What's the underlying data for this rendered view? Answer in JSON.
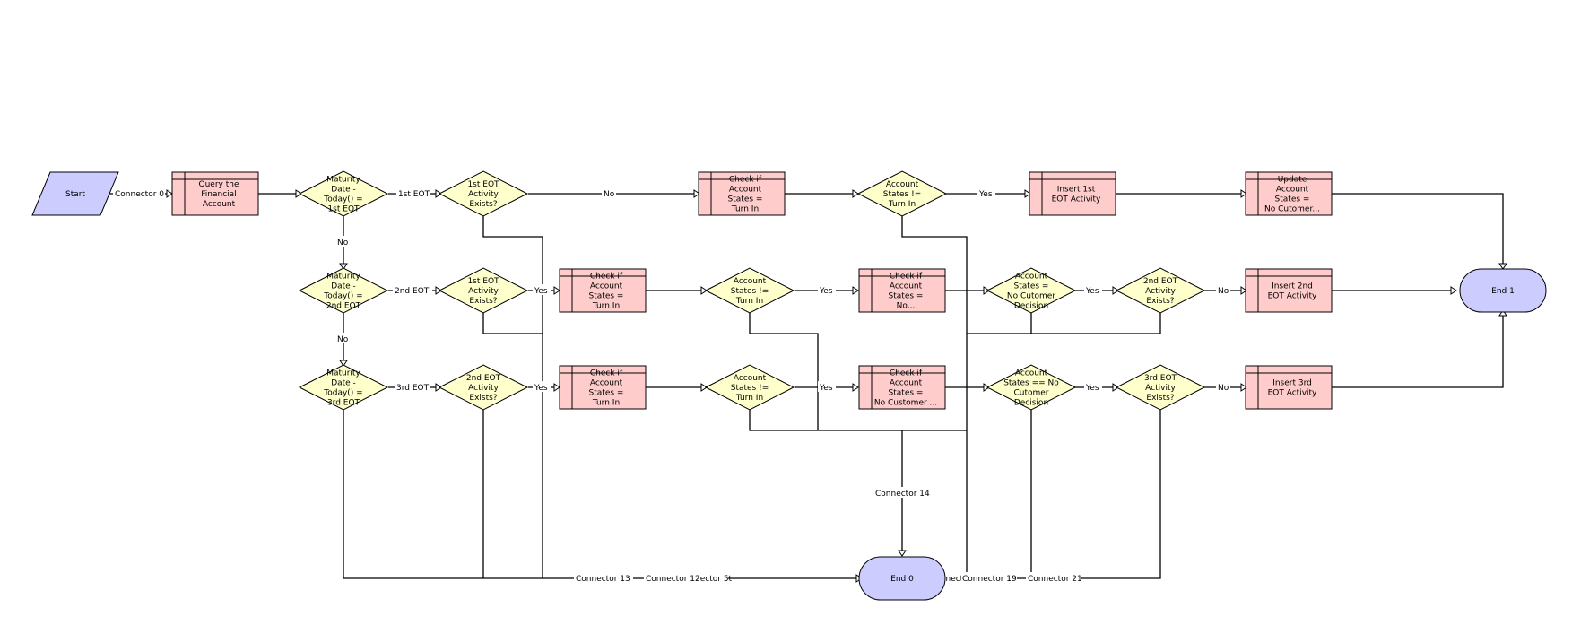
{
  "colors": {
    "start_end_fill": "#ccccff",
    "task_fill": "#ffcccc",
    "decision_fill": "#ffffcc",
    "stroke": "#000000",
    "background": "#ffffff"
  },
  "nodes": {
    "start": {
      "label": "Start"
    },
    "query": {
      "lines": [
        "Query the",
        "Financial",
        "Account"
      ]
    },
    "d1": {
      "lines": [
        "Maturity",
        "Date -",
        "Today() =",
        "1st EOT"
      ]
    },
    "d2": {
      "lines": [
        "Maturity",
        "Date -",
        "Today() =",
        "2nd EOT"
      ]
    },
    "d3": {
      "lines": [
        "Maturity",
        "Date -",
        "Today() =",
        "3rd EOT"
      ]
    },
    "e1": {
      "lines": [
        "1st EOT",
        "Activity",
        "Exists?"
      ]
    },
    "e2": {
      "lines": [
        "1st EOT",
        "Activity",
        "Exists?"
      ]
    },
    "e3": {
      "lines": [
        "2nd EOT",
        "Activity",
        "Exists?"
      ]
    },
    "c1": {
      "lines": [
        "Check if",
        "Account",
        "States =",
        "Turn In"
      ]
    },
    "c2": {
      "lines": [
        "Check if",
        "Account",
        "States =",
        "Turn In"
      ]
    },
    "c3": {
      "lines": [
        "Check if",
        "Account",
        "States =",
        "Turn In"
      ]
    },
    "a1": {
      "lines": [
        "Account",
        "States !=",
        "Turn In"
      ]
    },
    "a2": {
      "lines": [
        "Account",
        "States !=",
        "Turn In"
      ]
    },
    "a3": {
      "lines": [
        "Account",
        "States !=",
        "Turn In"
      ]
    },
    "i1": {
      "lines": [
        "Insert 1st",
        "EOT Activity"
      ]
    },
    "u1": {
      "lines": [
        "Update",
        "Account",
        "States =",
        "No Cutomer..."
      ]
    },
    "n2": {
      "lines": [
        "Check if",
        "Account",
        "States =",
        "No..."
      ]
    },
    "n3": {
      "lines": [
        "Check if",
        "Account",
        "States =",
        "No Customer ..."
      ]
    },
    "s2": {
      "lines": [
        "Account",
        "States =",
        "No Cutomer",
        "Decision"
      ]
    },
    "s3": {
      "lines": [
        "Account",
        "States == No",
        "Cutomer",
        "Decision"
      ]
    },
    "x2": {
      "lines": [
        "2nd  EOT",
        "Activity",
        "Exists?"
      ]
    },
    "x3": {
      "lines": [
        "3rd  EOT",
        "Activity",
        "Exists?"
      ]
    },
    "i2": {
      "lines": [
        "Insert 2nd",
        "EOT Activity"
      ]
    },
    "i3": {
      "lines": [
        "Insert 3rd",
        "EOT Activity"
      ]
    },
    "end1": {
      "label": "End 1"
    },
    "end0": {
      "label": "End 0"
    }
  },
  "connector_labels": {
    "connector0": "Connector 0",
    "first_eot": "1st EOT",
    "second_eot": "2nd EOT",
    "third_eot": "3rd EOT",
    "no_d1": "No",
    "no_d2": "No",
    "no_e1": "No",
    "yes_e2": "Yes",
    "yes_e3": "Yes",
    "yes_a1": "Yes",
    "yes_a2": "Yes",
    "yes_a3": "Yes",
    "yes_s2": "Yes",
    "yes_s3": "Yes",
    "no_x2": "No",
    "no_x3": "No",
    "connector14": "Connector 14",
    "connector13": "Connector 13",
    "connector12": "Connector 12ector 5t",
    "connect": "Connect",
    "connector19": "Connector 19",
    "connector21": "Connector 21"
  }
}
